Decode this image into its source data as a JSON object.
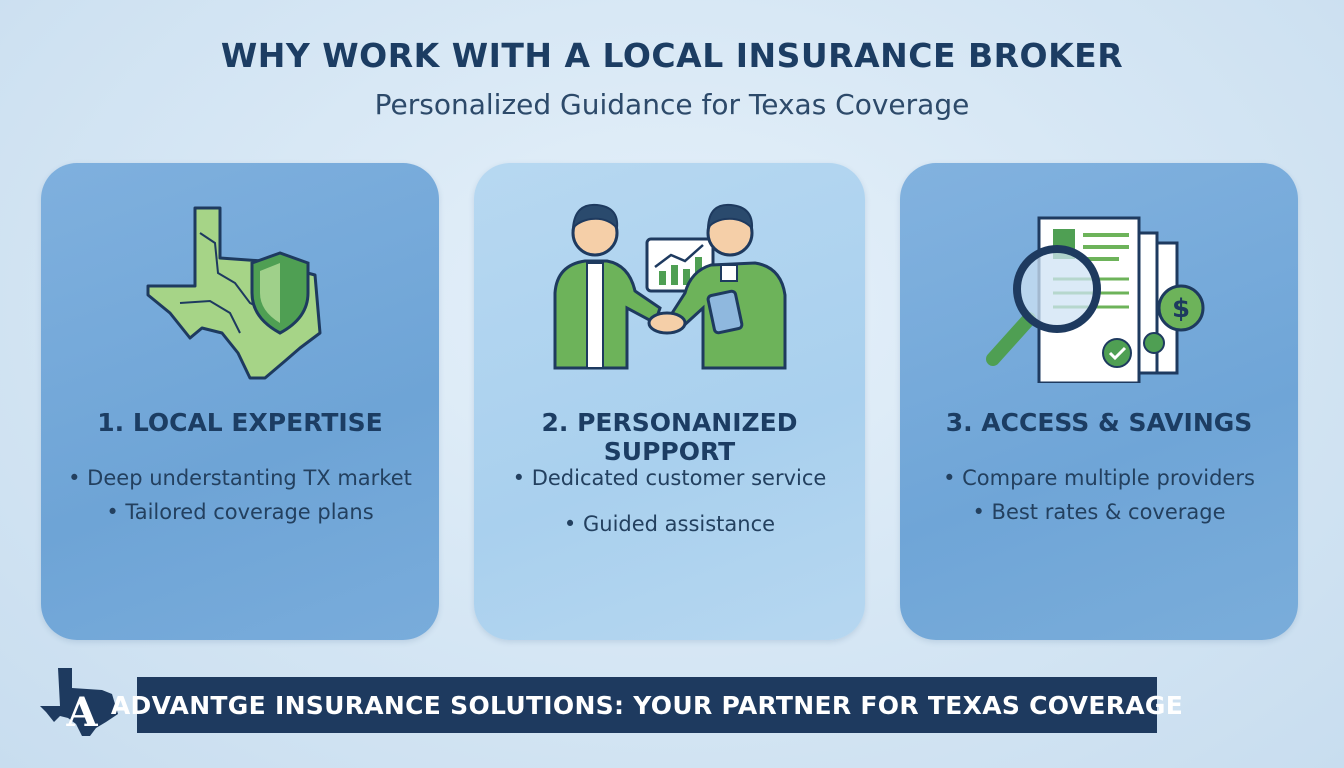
{
  "header": {
    "title": "WHY WORK WITH A LOCAL INSURANCE BROKER",
    "subtitle": "Personalized Guidance for Texas Coverage"
  },
  "cards": [
    {
      "heading": "1. LOCAL EXPERTISE",
      "icon": "texas-shield-icon",
      "bullets": [
        "• Deep understanting TX market",
        "• Tailored coverage plans"
      ]
    },
    {
      "heading": "2. PERSONANIZED SUPPORT",
      "icon": "handshake-people-icon",
      "bullets": [
        "• Dedicated customer service",
        "• Guided assistance"
      ]
    },
    {
      "heading": "3. ACCESS & SAVINGS",
      "icon": "magnifier-documents-icon",
      "bullets": [
        "• Compare multiple providers",
        "• Best rates & coverage"
      ]
    }
  ],
  "footer": {
    "logo_letter": "A",
    "banner_text": "ADVANTGE INSURANCE SOLUTIONS: YOUR PARTNER FOR TEXAS COVERAGE"
  },
  "colors": {
    "navy": "#1e3a5f",
    "green": "#6db35a",
    "card_blue": "#6ea4d6",
    "card_light": "#a9d0ee"
  }
}
